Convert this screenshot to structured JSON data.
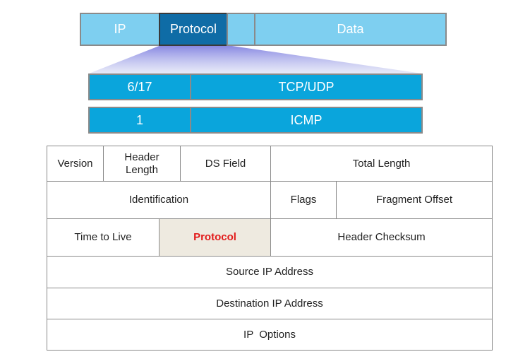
{
  "packet": {
    "ip": "IP",
    "protocol": "Protocol",
    "data": "Data"
  },
  "protocol_mappings": [
    {
      "value": "6/17",
      "protocol": "TCP/UDP"
    },
    {
      "value": "1",
      "protocol": "ICMP"
    }
  ],
  "ip_header": {
    "version": "Version",
    "header_length": "Header Length",
    "ds_field": "DS Field",
    "total_length": "Total Length",
    "identification": "Identification",
    "flags": "Flags",
    "fragment_offset": "Fragment Offset",
    "ttl": "Time to Live",
    "protocol": "Protocol",
    "header_checksum": "Header Checksum",
    "source_ip": "Source IP Address",
    "destination_ip": "Destination IP Address",
    "ip_options": "IP  Options"
  },
  "colors": {
    "packet_light": "#7ecff0",
    "packet_highlight": "#0f6ca6",
    "mapping_blue": "#0aa5dc",
    "protocol_field_bg": "#eeeae0",
    "protocol_field_text": "#e21b1b"
  }
}
